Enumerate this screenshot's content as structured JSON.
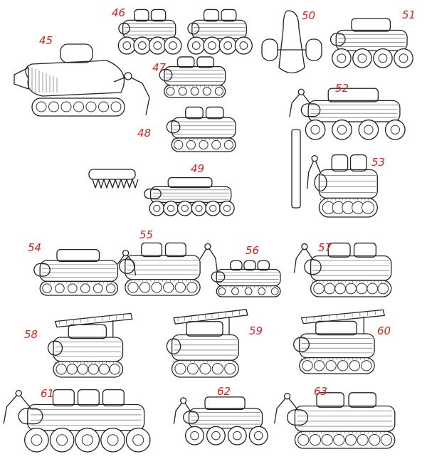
{
  "sheet": {
    "labels": [
      "45",
      "46",
      "47",
      "48",
      "49",
      "50",
      "51",
      "52",
      "53",
      "54",
      "55",
      "56",
      "57",
      "58",
      "59",
      "60",
      "61",
      "62",
      "63"
    ],
    "label_color": "#e0201c"
  }
}
